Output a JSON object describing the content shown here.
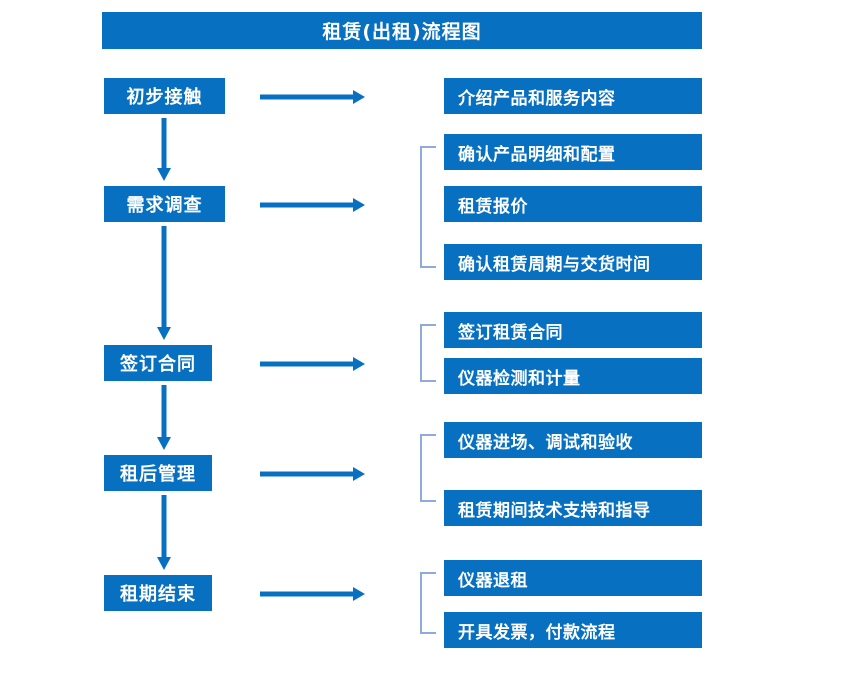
{
  "diagram": {
    "title": "租赁(出租)流程图",
    "accent_color": "#0870C0",
    "bracket_color": "#8FAADC",
    "text_color": "#FFFFFF",
    "background_color": "#FFFFFF"
  },
  "stages": [
    {
      "label": "初步接触"
    },
    {
      "label": "需求调查"
    },
    {
      "label": "签订合同"
    },
    {
      "label": "租后管理"
    },
    {
      "label": "租期结束"
    }
  ],
  "details": [
    {
      "label": "介绍产品和服务内容"
    },
    {
      "label": "确认产品明细和配置"
    },
    {
      "label": "租赁报价"
    },
    {
      "label": "确认租赁周期与交货时间"
    },
    {
      "label": "签订租赁合同"
    },
    {
      "label": "仪器检测和计量"
    },
    {
      "label": "仪器进场、调试和验收"
    },
    {
      "label": "租赁期间技术支持和指导"
    },
    {
      "label": "仪器退租"
    },
    {
      "label": "开具发票，付款流程"
    }
  ],
  "chart_data": {
    "type": "diagram",
    "title": "租赁(出租)流程图",
    "nodes": [
      {
        "id": "s1",
        "label": "初步接触",
        "column": "left",
        "order": 1
      },
      {
        "id": "s2",
        "label": "需求调查",
        "column": "left",
        "order": 2
      },
      {
        "id": "s3",
        "label": "签订合同",
        "column": "left",
        "order": 3
      },
      {
        "id": "s4",
        "label": "租后管理",
        "column": "left",
        "order": 4
      },
      {
        "id": "s5",
        "label": "租期结束",
        "column": "left",
        "order": 5
      },
      {
        "id": "d1",
        "label": "介绍产品和服务内容",
        "column": "right",
        "group": 1
      },
      {
        "id": "d2",
        "label": "确认产品明细和配置",
        "column": "right",
        "group": 2
      },
      {
        "id": "d3",
        "label": "租赁报价",
        "column": "right",
        "group": 2
      },
      {
        "id": "d4",
        "label": "确认租赁周期与交货时间",
        "column": "right",
        "group": 2
      },
      {
        "id": "d5",
        "label": "签订租赁合同",
        "column": "right",
        "group": 3
      },
      {
        "id": "d6",
        "label": "仪器检测和计量",
        "column": "right",
        "group": 3
      },
      {
        "id": "d7",
        "label": "仪器进场、调试和验收",
        "column": "right",
        "group": 4
      },
      {
        "id": "d8",
        "label": "租赁期间技术支持和指导",
        "column": "right",
        "group": 4
      },
      {
        "id": "d9",
        "label": "仪器退租",
        "column": "right",
        "group": 5
      },
      {
        "id": "d10",
        "label": "开具发票，付款流程",
        "column": "right",
        "group": 5
      }
    ],
    "edges": [
      {
        "from": "s1",
        "to": "s2",
        "kind": "vertical-arrow"
      },
      {
        "from": "s2",
        "to": "s3",
        "kind": "vertical-arrow"
      },
      {
        "from": "s3",
        "to": "s4",
        "kind": "vertical-arrow"
      },
      {
        "from": "s4",
        "to": "s5",
        "kind": "vertical-arrow"
      },
      {
        "from": "s1",
        "to": "d1",
        "kind": "horizontal-arrow"
      },
      {
        "from": "s2",
        "to": "d2",
        "kind": "horizontal-arrow"
      },
      {
        "from": "s3",
        "to": "d5",
        "kind": "horizontal-arrow"
      },
      {
        "from": "s4",
        "to": "d7",
        "kind": "horizontal-arrow"
      },
      {
        "from": "s5",
        "to": "d9",
        "kind": "horizontal-arrow"
      }
    ],
    "brackets": [
      {
        "group": 2,
        "members": [
          "d2",
          "d3",
          "d4"
        ]
      },
      {
        "group": 3,
        "members": [
          "d5",
          "d6"
        ]
      },
      {
        "group": 4,
        "members": [
          "d7",
          "d8"
        ]
      },
      {
        "group": 5,
        "members": [
          "d9",
          "d10"
        ]
      }
    ]
  }
}
